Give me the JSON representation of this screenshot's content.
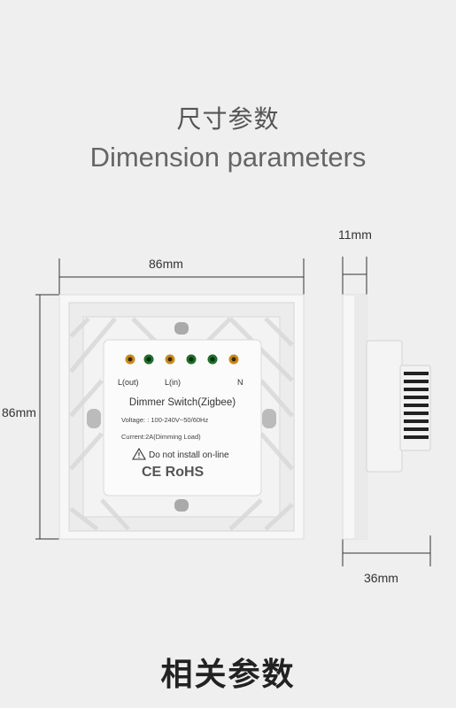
{
  "heading": {
    "cn": "尺寸参数",
    "en": "Dimension parameters"
  },
  "dimensions": {
    "width": "86mm",
    "height": "86mm",
    "thickness": "11mm",
    "depth": "36mm"
  },
  "label": {
    "l_out": "L(out)",
    "l_in": "L(in)",
    "n": "N",
    "product": "Dimmer Switch(Zigbee)",
    "voltage": "Voltage: : 100-240V~50/60Hz",
    "current": "Current:2A(Dimming Load)",
    "warning": "Do not install on-line",
    "cert": "CE RoHS"
  },
  "footer": {
    "cn": "相关参数"
  }
}
